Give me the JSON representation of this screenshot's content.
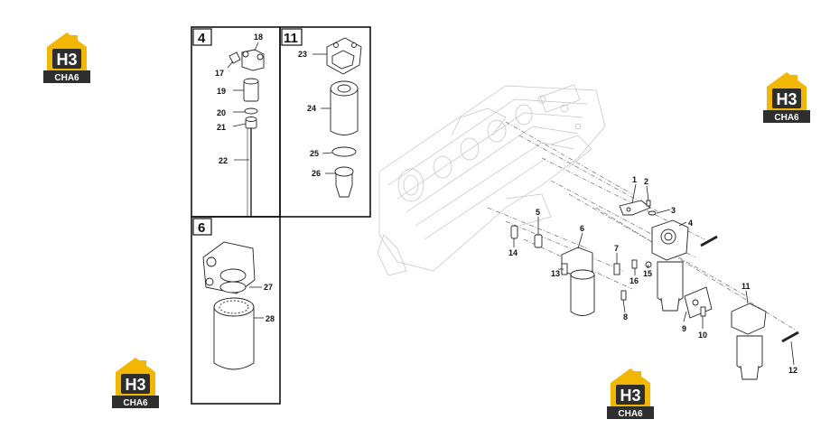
{
  "diagram": {
    "boxes": [
      {
        "id": "box-4",
        "label": "4"
      },
      {
        "id": "box-11",
        "label": "11"
      },
      {
        "id": "box-6",
        "label": "6"
      }
    ],
    "callouts": [
      "1",
      "2",
      "3",
      "4",
      "5",
      "6",
      "7",
      "8",
      "9",
      "10",
      "11",
      "12",
      "13",
      "14",
      "15",
      "16",
      "17",
      "18",
      "19",
      "20",
      "21",
      "22",
      "23",
      "24",
      "25",
      "26",
      "27",
      "28"
    ]
  },
  "watermark": {
    "text_top": "H3",
    "text_bottom": "CHA6",
    "colors": {
      "gold": "#f2b705",
      "dark": "#2e2e2e",
      "white": "#ffffff"
    }
  },
  "colors": {
    "line": "#222222",
    "ghost": "#c2c2c2",
    "background": "#ffffff"
  }
}
